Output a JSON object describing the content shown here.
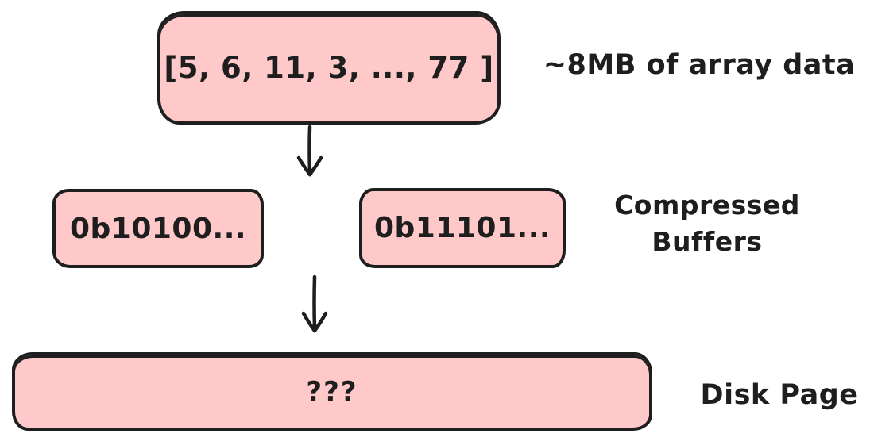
{
  "diagram": {
    "array_box": {
      "text": "[5, 6, 11, 3, ..., 77 ]"
    },
    "array_label": "~8MB of array data",
    "buffer_box_1": {
      "text": "0b10100..."
    },
    "buffer_box_2": {
      "text": "0b11101..."
    },
    "buffers_label": {
      "line1": "Compressed",
      "line2": "Buffers"
    },
    "disk_box": {
      "text": "???"
    },
    "disk_label": "Disk Page",
    "icons": {
      "arrow_top": "down-arrow-icon",
      "arrow_bottom": "down-arrow-icon"
    },
    "colors": {
      "node_fill": "#ffc9c9",
      "node_stroke": "#1e1e1e",
      "text": "#1e1e1e",
      "background": "#ffffff"
    }
  }
}
